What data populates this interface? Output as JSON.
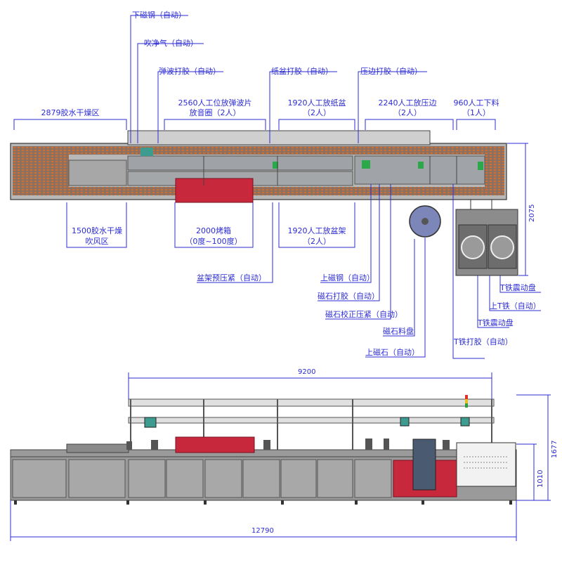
{
  "callouts_top": {
    "magnet_down": "下磁钢（自动）",
    "blow_clean": "吹净气（自动）",
    "spring_glue": "弹波打胶（自动）",
    "paper_glue": "纸盆打胶（自动）",
    "edge_glue": "压边打胶（自动）"
  },
  "zones_top": {
    "dry_2879": "2879胶水干燥区",
    "manual_2560_a": "2560人工位放弹波片",
    "manual_2560_b": "放音圈（2人）",
    "manual_1920_a": "1920人工放纸盆",
    "manual_1920_b": "（2人）",
    "manual_2240_a": "2240人工放压边",
    "manual_2240_b": "（2人）",
    "manual_960_a": "960人工下料",
    "manual_960_b": "（1人）"
  },
  "zones_bottom": {
    "dry_1500_a": "1500胶水干燥",
    "dry_1500_b": "吹风区",
    "oven_a": "2000烤箱",
    "oven_b": "（0度~100度）",
    "rack_a": "1920人工放盆架",
    "rack_b": "（2人）"
  },
  "callouts_bottom": {
    "rack_press": "盆架预压紧（自动）",
    "magnet_up": "上磁钢（自动）",
    "magnet_glue": "磁石打胶（自动）",
    "magnet_correct": "磁石校正压紧（自动）",
    "magnet_tray": "磁石料盘",
    "magnet_upper": "上磁石（自动）",
    "t_iron_bowl": "T铁震动盘",
    "upper_t_iron": "上T铁（自动）",
    "t_iron_bowl2": "T铁震动盘",
    "t_iron_glue": "T铁打胶（自动）"
  },
  "dimensions": {
    "width_2075": "2075",
    "length_9200": "9200",
    "length_12790": "12790",
    "height_1677": "1677",
    "height_1010": "1010"
  },
  "colors": {
    "annotation": "#2b2bd6",
    "machine_frame": "#555555",
    "machine_fill": "#9a9a9a",
    "conveyor": "#c86a2a",
    "oven": "#c8283c",
    "cabinet": "#f2f2f2"
  }
}
